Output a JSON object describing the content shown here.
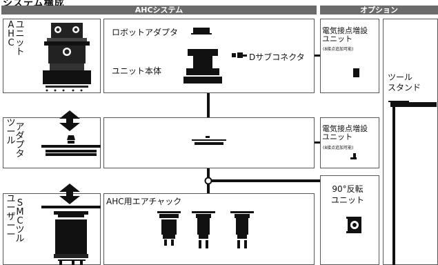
{
  "header": {
    "top_title": "システム構成",
    "ahc_system_bar": "AHCシステム",
    "option_bar": "オプション"
  },
  "rows": {
    "unit_side_label": [
      "A",
      "ユ",
      "H",
      "ニ",
      "C",
      "ッ",
      "ト"
    ],
    "adapter_side_label": [
      "ツ",
      "ア",
      "ー",
      "ダ",
      "ル",
      "プ",
      "タ"
    ],
    "smc_side_label": [
      "ユ",
      "S",
      "ー",
      "M",
      "ザ",
      "C",
      "ー",
      "ツ",
      "ー",
      "ル"
    ]
  },
  "main": {
    "robot_adapter": "ロボットアダプタ",
    "unit_body": "ユニット本体",
    "d_sub_connector": "Dサブコネクタ",
    "air_chuck": "AHC用エアチャック"
  },
  "options": {
    "contact_unit_title": "電気接点増設\nユニット",
    "contact_unit_note": "(8接点追加可能)",
    "contact_unit_title_2": "電気接点増設\nユニット",
    "contact_unit_note_2": "(8接点追加可能)",
    "rotation_unit": "90°反転\nユニット"
  },
  "tool_stand": {
    "label": "ツール\nスタンド"
  }
}
